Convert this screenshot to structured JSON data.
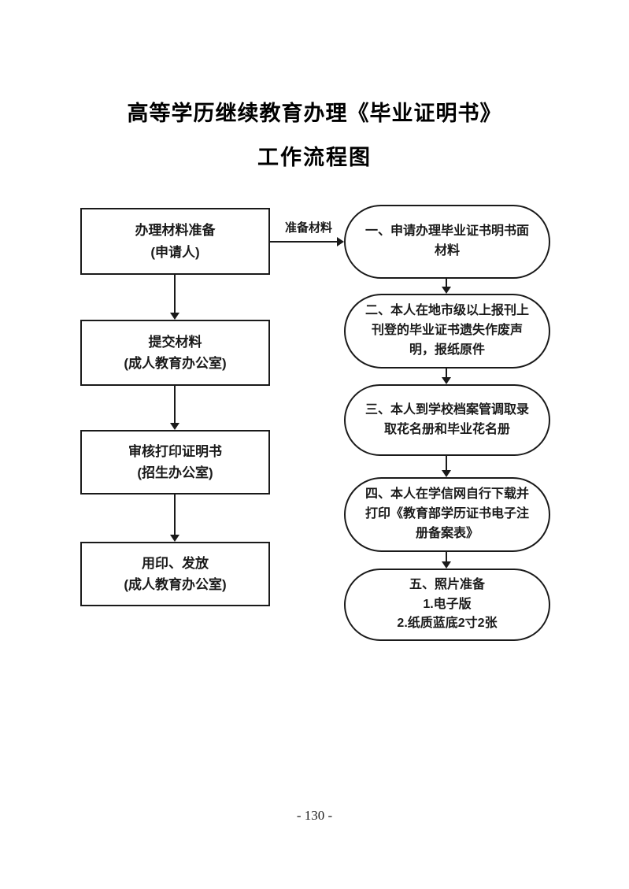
{
  "page": {
    "title_line1": "高等学历继续教育办理《毕业证明书》",
    "title_line2": "工作流程图",
    "page_number": "- 130 -"
  },
  "flowchart": {
    "connector_label": "准备材料",
    "left_column": [
      {
        "label": "办理材料准备\n(申请人)"
      },
      {
        "label": "提交材料\n(成人教育办公室)"
      },
      {
        "label": "审核打印证明书\n(招生办公室)"
      },
      {
        "label": "用印、发放\n(成人教育办公室)"
      }
    ],
    "right_column": [
      {
        "label": "一、申请办理毕业证书明书面\n材料"
      },
      {
        "label": "二、本人在地市级以上报刊上\n刊登的毕业证书遗失作废声\n明，报纸原件"
      },
      {
        "label": "三、本人到学校档案管调取录\n取花名册和毕业花名册"
      },
      {
        "label": "四、本人在学信网自行下载并\n打印《教育部学历证书电子注\n册备案表》"
      },
      {
        "label": "五、照片准备\n1.电子版\n2.纸质蓝底2寸2张"
      }
    ]
  },
  "colors": {
    "line": "#1a1a1a",
    "background": "#ffffff"
  }
}
